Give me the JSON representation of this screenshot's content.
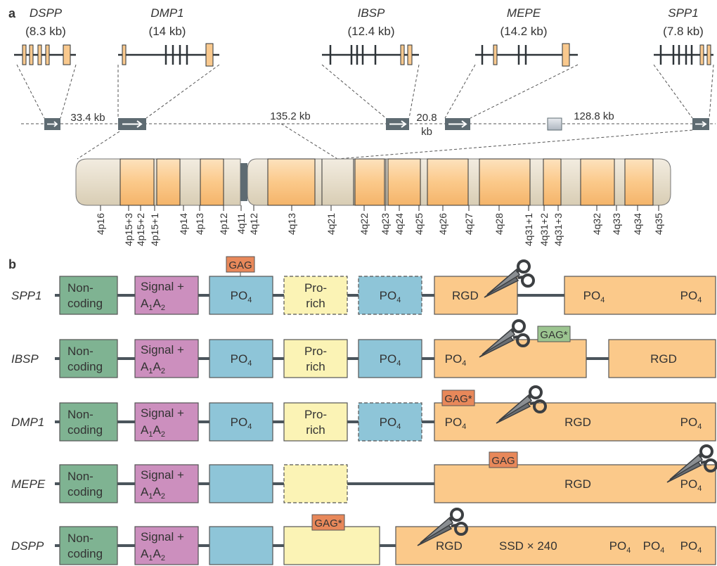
{
  "panel_a": {
    "label": "a",
    "genes": [
      {
        "name": "DSPP",
        "size": "(8.3 kb)"
      },
      {
        "name": "DMP1",
        "size": "(14 kb)"
      },
      {
        "name": "IBSP",
        "size": "(12.4 kb)"
      },
      {
        "name": "MEPE",
        "size": "(14.2 kb)"
      },
      {
        "name": "SPP1",
        "size": "(7.8 kb)"
      }
    ],
    "distances": [
      "33.4 kb",
      "135.2 kb",
      "20.8",
      "kb",
      "128.8 kb"
    ],
    "bands": [
      "4p16",
      "4p15+3",
      "4p15+2",
      "4p15+1",
      "4p14",
      "4p13",
      "4p12",
      "4q11",
      "4q12",
      "4q13",
      "4q21",
      "4q22",
      "4q23",
      "4q24",
      "4q25",
      "4q26",
      "4q27",
      "4q28",
      "4q31+1",
      "4q31+2",
      "4q31+3",
      "4q32",
      "4q33",
      "4q34",
      "4q35"
    ]
  },
  "panel_b": {
    "label": "b",
    "rows": [
      {
        "gene": "SPP1"
      },
      {
        "gene": "IBSP"
      },
      {
        "gene": "DMP1"
      },
      {
        "gene": "MEPE"
      },
      {
        "gene": "DSPP"
      }
    ],
    "text": {
      "non": "Non-",
      "coding": "coding",
      "signal": "Signal +",
      "a": "A",
      "one": "1",
      "two": "2",
      "pro": "Pro-",
      "rich": "rich",
      "po": "PO",
      "four": "4",
      "rgd": "RGD",
      "gag": "GAG",
      "gag_star": "GAG*",
      "ssd": "SSD × 240"
    }
  },
  "colors": {
    "noncoding": "#7fb392",
    "signal": "#cc8fbe",
    "po4": "#8ec5d8",
    "prorich": "#fbf3b5",
    "domain": "#fbc98a",
    "gag_red": "#e8885a",
    "gag_green": "#9cc590",
    "exon": "#f9c98e",
    "band_orange": "#fbc98a",
    "band_beige": "#e6ddca",
    "gene_box": "#5e6b72"
  }
}
